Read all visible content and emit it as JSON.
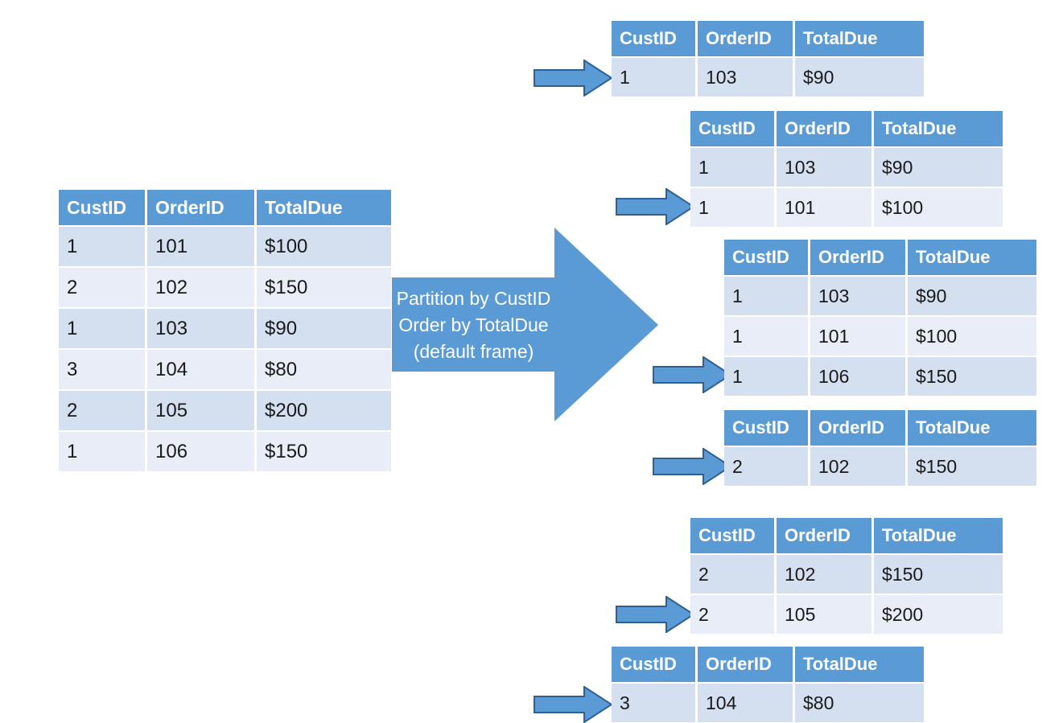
{
  "diagram": {
    "title": "Window function partitioning illustration",
    "colors": {
      "header_blue": "#5B9BD5",
      "row_odd": "#D4DFF0",
      "row_even": "#E9EDF7",
      "arrow_fill": "#5B9BD5",
      "arrow_outline": "#2E6094",
      "text_dark": "#1a1a1a",
      "text_light": "#FFFFFF"
    },
    "columns": [
      "CustID",
      "OrderID",
      "TotalDue"
    ],
    "transform_arrow": {
      "name": "partition-arrow",
      "lines": [
        "Partition by CustID",
        "Order by TotalDue",
        "(default frame)"
      ]
    },
    "source_table": {
      "name": "source-orders-table",
      "headers": [
        "CustID",
        "OrderID",
        "TotalDue"
      ],
      "rows": [
        [
          "1",
          "101",
          "$100"
        ],
        [
          "2",
          "102",
          "$150"
        ],
        [
          "1",
          "103",
          "$90"
        ],
        [
          "3",
          "104",
          "$80"
        ],
        [
          "2",
          "105",
          "$200"
        ],
        [
          "1",
          "106",
          "$150"
        ]
      ]
    },
    "frames": [
      {
        "name": "frame-1",
        "headers": [
          "CustID",
          "OrderID",
          "TotalDue"
        ],
        "rows": [
          [
            "1",
            "103",
            "$90"
          ]
        ]
      },
      {
        "name": "frame-2",
        "headers": [
          "CustID",
          "OrderID",
          "TotalDue"
        ],
        "rows": [
          [
            "1",
            "103",
            "$90"
          ],
          [
            "1",
            "101",
            "$100"
          ]
        ]
      },
      {
        "name": "frame-3",
        "headers": [
          "CustID",
          "OrderID",
          "TotalDue"
        ],
        "rows": [
          [
            "1",
            "103",
            "$90"
          ],
          [
            "1",
            "101",
            "$100"
          ],
          [
            "1",
            "106",
            "$150"
          ]
        ]
      },
      {
        "name": "frame-4",
        "headers": [
          "CustID",
          "OrderID",
          "TotalDue"
        ],
        "rows": [
          [
            "2",
            "102",
            "$150"
          ]
        ]
      },
      {
        "name": "frame-5",
        "headers": [
          "CustID",
          "OrderID",
          "TotalDue"
        ],
        "rows": [
          [
            "2",
            "102",
            "$150"
          ],
          [
            "2",
            "105",
            "$200"
          ]
        ]
      },
      {
        "name": "frame-6",
        "headers": [
          "CustID",
          "OrderID",
          "TotalDue"
        ],
        "rows": [
          [
            "3",
            "104",
            "$80"
          ]
        ]
      }
    ]
  }
}
